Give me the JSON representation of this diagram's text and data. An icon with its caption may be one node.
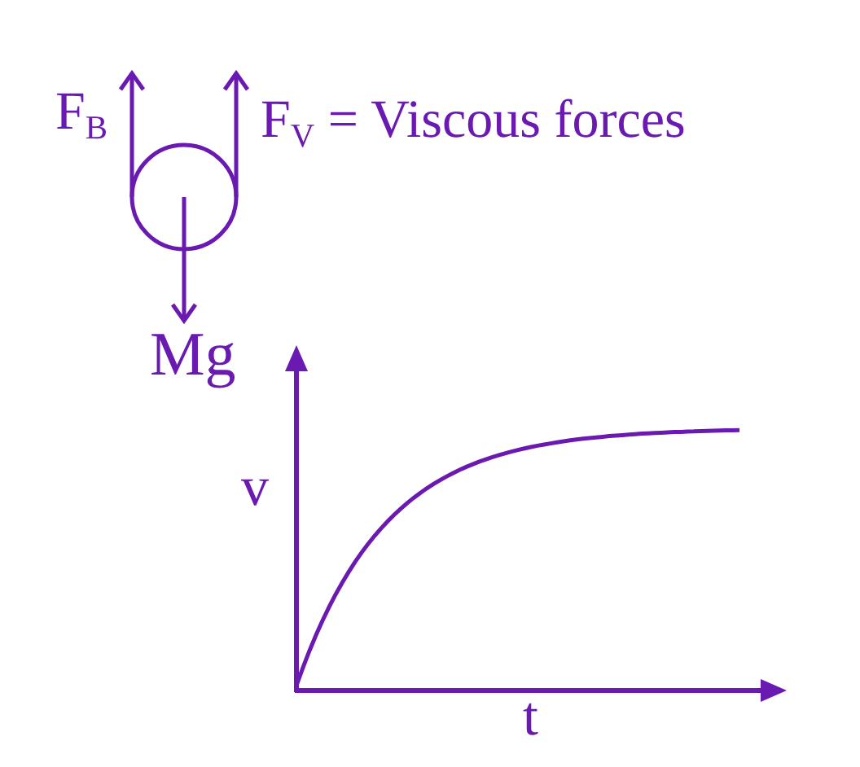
{
  "diagram": {
    "labels": [
      "F$_{B}$",
      "F$_{V}$ = Viscous forces",
      "Mg",
      "v",
      "t"
    ]
  }
}
